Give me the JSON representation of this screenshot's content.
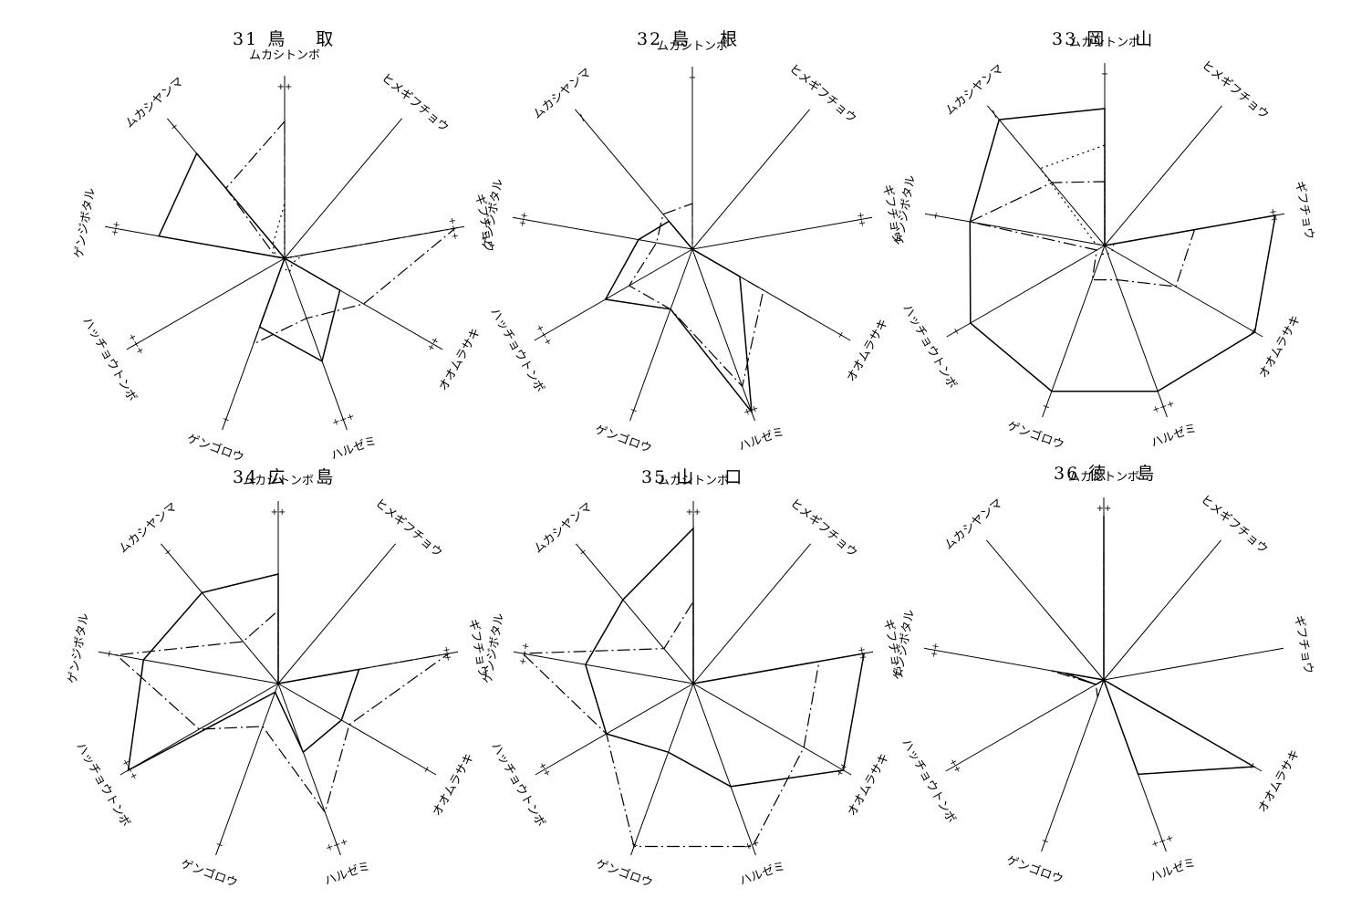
{
  "chart_data": [
    {
      "type": "radar",
      "title_num": "31",
      "title_pref": "鳥 取",
      "axes": [
        "ムカシトンボ",
        "ヒメギフチョウ",
        "ギフチョウ",
        "オオムラサキ",
        "ハルゼミ",
        "ゲンゴロウ",
        "ハッチョウトンボ",
        "ゲンジボタル",
        "ムカシヤンマ"
      ],
      "marks": [
        "++",
        "",
        "+++",
        "++",
        "+++",
        "+",
        "+++",
        "++",
        "+"
      ],
      "series": [
        {
          "style": "solid",
          "values": [
            0,
            0,
            0,
            0.35,
            0.6,
            0.4,
            0,
            0.7,
            0.75
          ]
        },
        {
          "style": "dashdot",
          "values": [
            0.75,
            0,
            0.95,
            0.5,
            0.35,
            0.5,
            0,
            0.05,
            0.5
          ]
        },
        {
          "style": "dotted",
          "values": [
            0.3,
            0,
            0.1,
            0.05,
            0.08,
            0.05,
            0,
            0.05,
            0.1
          ]
        }
      ]
    },
    {
      "type": "radar",
      "title_num": "32",
      "title_pref": "島 根",
      "axes": [
        "ムカシトンボ",
        "ヒメギフチョウ",
        "ギフチョウ",
        "オオムラサキ",
        "ハルゼミ",
        "ゲンゴロウ",
        "ハッチョウトンボ",
        "ゲンジボタル",
        "ムカシヤンマ"
      ],
      "marks": [
        "+",
        "",
        "++",
        "+",
        "++",
        "+",
        "+++",
        "++",
        "/"
      ],
      "series": [
        {
          "style": "solid",
          "values": [
            0,
            0,
            0,
            0.3,
            0.95,
            0.35,
            0.55,
            0.3,
            0.2
          ]
        },
        {
          "style": "dashdot",
          "values": [
            0.25,
            0,
            0,
            0.45,
            0.8,
            0.35,
            0.4,
            0.2,
            0.25
          ]
        }
      ]
    },
    {
      "type": "radar",
      "title_num": "33",
      "title_pref": "岡 山",
      "axes": [
        "ムカシトンボ",
        "ヒメギフチョウ",
        "ギフチョウ",
        "オオムラサキ",
        "ハルゼミ",
        "ゲンゴロウ",
        "ハッチョウトンボ",
        "ゲンジボタル",
        "ムカシヤンマ"
      ],
      "marks": [
        "+",
        "",
        "++",
        "+",
        "+++",
        "+",
        "+",
        "+",
        "/"
      ],
      "series": [
        {
          "style": "solid",
          "values": [
            0.75,
            0,
            0.95,
            0.95,
            0.85,
            0.85,
            0.85,
            0.75,
            0.9
          ]
        },
        {
          "style": "dashdot",
          "values": [
            0.35,
            0,
            0.5,
            0.45,
            0.2,
            0.2,
            0.05,
            0.75,
            0.45
          ]
        },
        {
          "style": "dotted",
          "values": [
            0.55,
            0,
            0.05,
            0.05,
            0.05,
            0.05,
            0,
            0.05,
            0.55
          ]
        }
      ]
    },
    {
      "type": "radar",
      "title_num": "34",
      "title_pref": "広 島",
      "axes": [
        "ムカシトンボ",
        "ヒメギフチョウ",
        "ギフチョウ",
        "オオムラサキ",
        "ハルゼミ",
        "ゲンゴロウ",
        "ハッチョウトンボ",
        "ゲンジボタル",
        "ムカシヤンマ"
      ],
      "marks": [
        "++",
        "",
        "++",
        "+",
        "+++",
        "+",
        "+++",
        "+",
        "+"
      ],
      "series": [
        {
          "style": "solid",
          "values": [
            0.6,
            0,
            0.45,
            0.4,
            0.4,
            0.05,
            0.95,
            0.75,
            0.65
          ]
        },
        {
          "style": "dashdot",
          "values": [
            0.4,
            0,
            0.95,
            0.45,
            0.75,
            0.25,
            0.5,
            0.9,
            0.3
          ]
        }
      ]
    },
    {
      "type": "radar",
      "title_num": "35",
      "title_pref": "山 口",
      "axes": [
        "ムカシトンボ",
        "ヒメギフチョウ",
        "ギフチョウ",
        "オオムラサキ",
        "ハルゼミ",
        "ゲンゴロウ",
        "ハッチョウトンボ",
        "ゲンジボタル",
        "ムカシヤンマ"
      ],
      "marks": [
        "++",
        "",
        "++",
        "++",
        "++",
        "+",
        "++",
        "+++",
        "+"
      ],
      "series": [
        {
          "style": "solid",
          "values": [
            0.85,
            0,
            0.95,
            0.95,
            0.6,
            0.4,
            0.55,
            0.6,
            0.6
          ]
        },
        {
          "style": "dashdot",
          "values": [
            0.45,
            0,
            0.7,
            0.7,
            0.95,
            0.95,
            0.55,
            0.95,
            0.25
          ]
        }
      ]
    },
    {
      "type": "radar",
      "title_num": "36",
      "title_pref": "徳 島",
      "axes": [
        "ムカシトンボ",
        "ヒメギフチョウ",
        "ギフチョウ",
        "オオムラサキ",
        "ハルゼミ",
        "ゲンゴロウ",
        "ハッチョウトンボ",
        "ゲンジボタル",
        "ムカシヤンマ"
      ],
      "marks": [
        "++",
        "",
        "",
        "+",
        "+++",
        "+",
        "++",
        "++",
        ""
      ],
      "series": [
        {
          "style": "solid",
          "values": [
            0.9,
            0,
            0,
            0.95,
            0.55,
            0,
            0.05,
            0.22,
            0
          ]
        },
        {
          "style": "dashdot",
          "values": [
            0.7,
            0,
            0,
            0.45,
            0,
            0.1,
            0.05,
            0.3,
            0
          ]
        }
      ]
    }
  ]
}
